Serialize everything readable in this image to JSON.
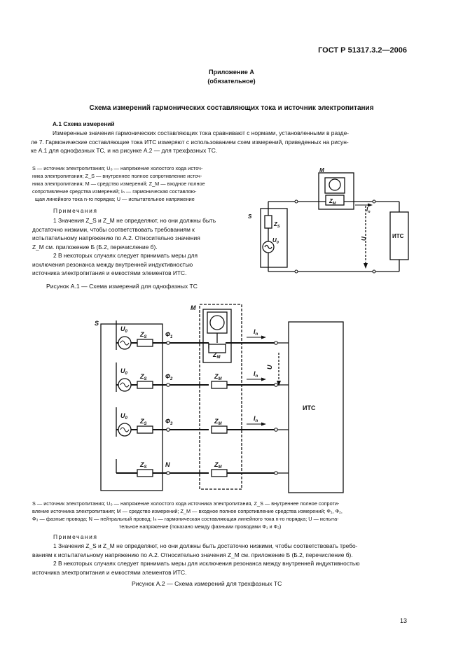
{
  "header": "ГОСТ Р 51317.3.2—2006",
  "appendix": {
    "title": "Приложение А",
    "subtitle": "(обязательное)",
    "heading": "Схема измерений гармонических составляющих тока и источник электропитания",
    "section": "А.1 Схема измерений",
    "intro": [
      "Измеренные значения гармонических составляющих тока сравнивают с нормами, установленными в разде-",
      "ле 7. Гармонические составляющие тока ИТС измеряют с использованием схем измерений, приведенных на рисун-",
      "ке А.1 для однофазных ТС, и на рисунке А.2 — для трехфазных ТС."
    ]
  },
  "fig1": {
    "legend": [
      "S — источник электропитания; U₀ — напряжение холостого хода источ-",
      "ника электропитания; Z_S — внутреннее полное сопротивление источ-",
      "ника электропитания; M — средство измерений; Z_M — входное полное",
      "сопротивление средства измерений; Iₙ — гармоническая составляю-",
      "щая линейного тока n-го порядка; U — испытательное напряжение"
    ],
    "notes_title": "Примечания",
    "notes": [
      "1 Значения Z_S и Z_M не определяют, но они должны быть",
      "достаточно низкими, чтобы соответствовать требованиям к",
      "испытательному напряжению по А.2. Относительно значения",
      "Z_M см. приложение Б (Б.2, перечисление б).",
      "2 В некоторых случаях следует принимать меры для",
      "исключения резонанса между внутренней индуктивностью",
      "источника электропитания и емкостями элементов ИТС."
    ],
    "caption": "Рисунок А.1 — Схема измерений для однофазных ТС",
    "labels": {
      "S": "S",
      "M": "M",
      "Zs": "Z",
      "Zs_sub": "S",
      "U0": "U",
      "U0_sub": "0",
      "Zm": "Z",
      "Zm_sub": "M",
      "In": "I",
      "In_sub": "n",
      "U": "U",
      "eut": "ИТС"
    }
  },
  "fig2": {
    "labels": {
      "S": "S",
      "M": "M",
      "eut": "ИТС",
      "U": "U",
      "phases": [
        "Ф",
        "Ф",
        "Ф",
        "N"
      ],
      "phase_subs": [
        "1",
        "2",
        "3",
        ""
      ],
      "U0": "U",
      "U0_sub": "0",
      "Zs": "Z",
      "Zs_sub": "S",
      "Zm": "Z",
      "Zm_sub": "M",
      "In": "I",
      "In_sub": "n"
    },
    "legend": [
      "S — источник электропитания; U₀ — напряжение холостого хода источника электропитания, Z_S — внутреннее полное сопроти-",
      "вление источника электропитания; M — средство измерений; Z_M — входное полное сопротивление средства измерений; Ф₁, Ф₂,",
      "Ф₃ — фазные провода; N — нейтральный провод; Iₙ — гармоническая составляющая линейного тока n-го порядка; U — испыта-",
      "тельное напряжение (показано между фазными проводами Ф₁ и Ф₂)"
    ],
    "notes_title": "Примечания",
    "notes": [
      "1 Значения Z_S и Z_M не определяют, но они должны быть достаточно низкими, чтобы соответствовать требо-",
      "ваниям к испытательному напряжению по А.2. Относительно значения Z_M см. приложение Б (Б.2, перечисление б).",
      "2 В некоторых случаях следует принимать меры для исключения резонанса между внутренней индуктивностью",
      "источника электропитания и емкостями элементов ИТС."
    ],
    "caption": "Рисунок А.2 — Схема измерений для трехфазных ТС"
  },
  "page_number": "13"
}
